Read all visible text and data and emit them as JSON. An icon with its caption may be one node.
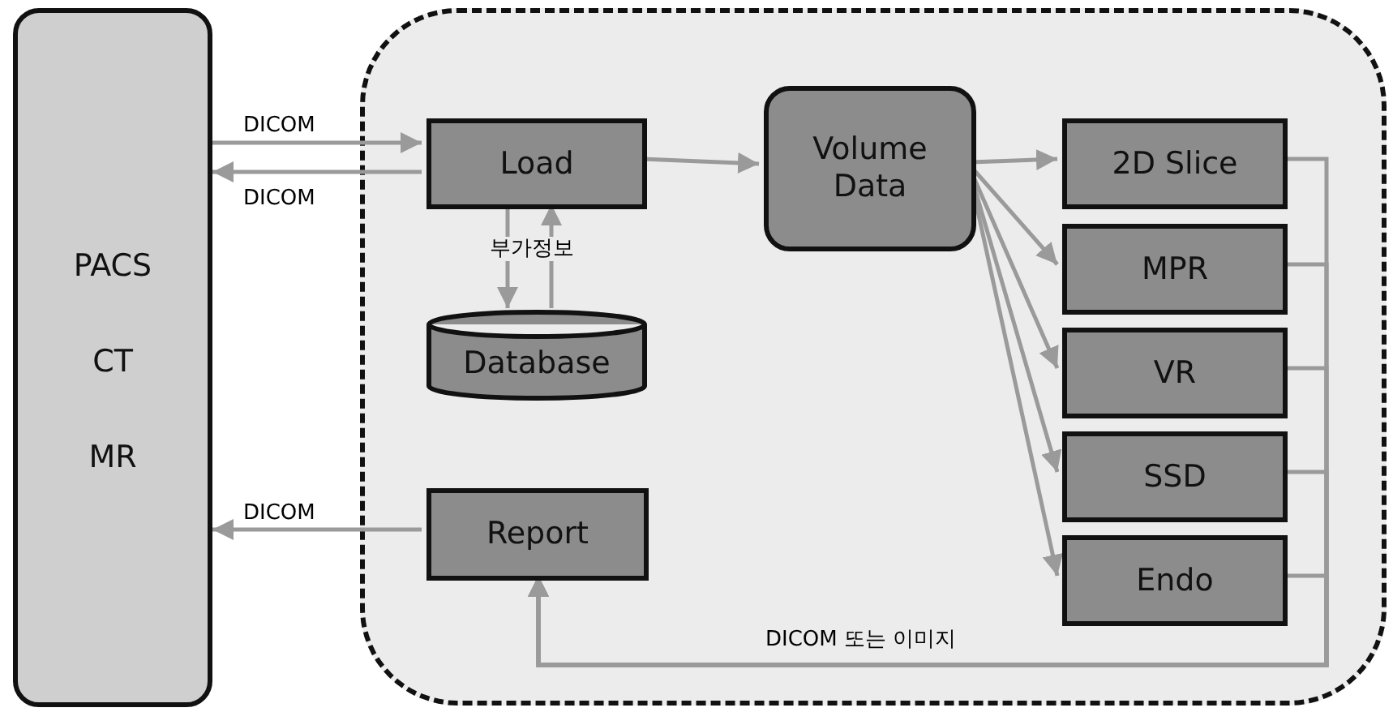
{
  "diagram": {
    "nodes": [
      {
        "text": [
          "PACS",
          "CT",
          "MR"
        ]
      },
      {
        "text": [],
        "shape": "box"
      },
      {
        "text": [
          "Load"
        ],
        "in": 1
      },
      {
        "text": [
          "Database"
        ],
        "in": 1
      },
      {
        "text": [
          "Volume Data"
        ],
        "in": 1
      },
      {
        "text": [
          "2D Slice"
        ],
        "in": 1
      },
      {
        "text": [
          "MPR"
        ],
        "in": 1
      },
      {
        "text": [
          "VR"
        ],
        "in": 1
      },
      {
        "text": [
          "SSD"
        ],
        "in": 1
      },
      {
        "text": [
          "Endo"
        ],
        "in": 1
      },
      {
        "text": [
          "Report"
        ],
        "in": 1
      }
    ],
    "edges": [
      {
        "from": 0,
        "to": 2,
        "arrow": "to",
        "label": "DICOM"
      },
      {
        "from": 2,
        "to": 0,
        "arrow": "to",
        "label": "DICOM"
      },
      {
        "from": 2,
        "to": 3,
        "arrow": "to",
        "label": "부가정보"
      },
      {
        "from": 3,
        "to": 2,
        "arrow": "to"
      },
      {
        "from": 2,
        "to": 4,
        "arrow": "to"
      },
      {
        "from": 4,
        "to": 5,
        "arrow": "to"
      },
      {
        "from": 4,
        "to": 6,
        "arrow": "to"
      },
      {
        "from": 4,
        "to": 7,
        "arrow": "to"
      },
      {
        "from": 4,
        "to": 8,
        "arrow": "to"
      },
      {
        "from": 4,
        "to": 9,
        "arrow": "to"
      },
      {
        "from": 5,
        "to": 10,
        "arrow": "to"
      },
      {
        "from": 6,
        "to": 10,
        "arrow": "to"
      },
      {
        "from": 7,
        "to": 10,
        "arrow": "to"
      },
      {
        "from": 8,
        "to": 10,
        "arrow": "to"
      },
      {
        "from": 9,
        "to": 10,
        "arrow": "to",
        "label": "DICOM 또는 이미지"
      },
      {
        "from": 10,
        "to": 0,
        "arrow": "to",
        "label": "DICOM"
      }
    ]
  }
}
